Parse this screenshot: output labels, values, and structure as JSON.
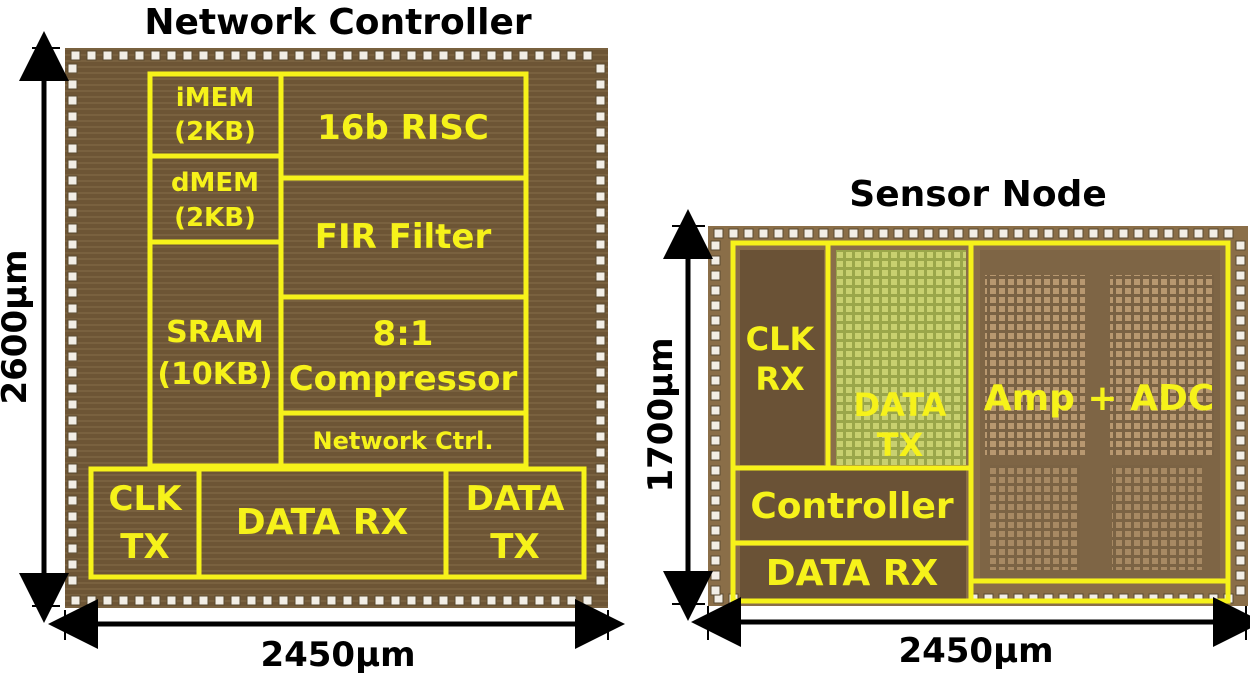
{
  "network_controller": {
    "title": "Network Controller",
    "width_label": "2450µm",
    "height_label": "2600µm",
    "blocks": {
      "imem": [
        "iMEM",
        "(2KB)"
      ],
      "dmem": [
        "dMEM",
        "(2KB)"
      ],
      "sram": [
        "SRAM",
        "(10KB)"
      ],
      "risc": "16b RISC",
      "fir": "FIR Filter",
      "compressor": [
        "8:1",
        "Compressor"
      ],
      "network_ctrl": "Network Ctrl.",
      "clk_tx": [
        "CLK",
        "TX"
      ],
      "data_rx": "DATA RX",
      "data_tx": [
        "DATA",
        "TX"
      ]
    }
  },
  "sensor_node": {
    "title": "Sensor Node",
    "width_label": "2450µm",
    "height_label": "1700µm",
    "blocks": {
      "clk_rx": [
        "CLK",
        "RX"
      ],
      "data_tx": [
        "DATA",
        "TX"
      ],
      "amp_adc": "Amp + ADC",
      "controller": "Controller",
      "data_rx": "DATA RX"
    }
  },
  "colors": {
    "outline": "#f6f21a",
    "die_nc": "#6f5634",
    "die_sn": "#8a6e48",
    "dim_line": "#000000"
  }
}
